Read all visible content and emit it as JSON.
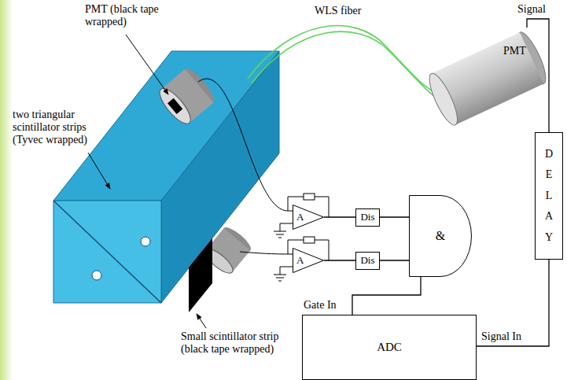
{
  "diagram": {
    "nodes": [
      {
        "text": [
          "PMT"
        ]
      },
      {
        "text": [
          "A"
        ]
      },
      {
        "text": [
          "Dis"
        ]
      },
      {
        "text": [
          "A"
        ]
      },
      {
        "text": [
          "Dis"
        ]
      },
      {
        "text": [
          "&"
        ]
      },
      {
        "text": [
          "DELAY"
        ]
      },
      {
        "text": [
          "ADC"
        ]
      }
    ],
    "edges": [
      {
        "from": 0,
        "to": 6,
        "arrow": "none",
        "label": "Signal"
      },
      {
        "from": 1,
        "to": 2,
        "arrow": "none"
      },
      {
        "from": 3,
        "to": 4,
        "arrow": "none"
      },
      {
        "from": 2,
        "to": 5,
        "arrow": "none"
      },
      {
        "from": 4,
        "to": 5,
        "arrow": "none"
      },
      {
        "from": 5,
        "to": 7,
        "arrow": "none"
      },
      {
        "from": 6,
        "to": 7,
        "arrow": "none"
      }
    ],
    "labels": [
      "PMT (black tape wrapped)",
      "two triangular scintillator strips (Tyvec wrapped)",
      "WLS fiber",
      "Gate In",
      "Signal In",
      "Small scintillator strip (black tape wrapped)"
    ]
  }
}
